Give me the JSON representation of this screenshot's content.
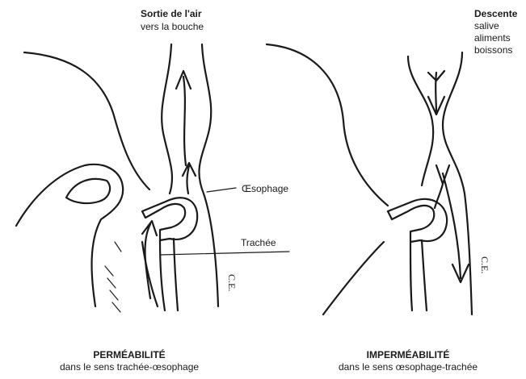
{
  "labels": {
    "left_top_title": "Sortie de l'air",
    "left_top_sub": "vers la bouche",
    "right_top_title": "Descente",
    "right_top_items": [
      "salive",
      "aliments",
      "boissons"
    ],
    "oesophagus": "Œsophage",
    "trachea": "Trachée"
  },
  "captions": {
    "left_title": "PERMÉABILITÉ",
    "left_sub": "dans le sens trachée-œsophage",
    "right_title": "IMPERMÉABILITÉ",
    "right_sub": "dans le sens œsophage-trachée"
  },
  "signature": "C.E.",
  "colors": {
    "ink": "#1a1a1a",
    "paper": "#ffffff"
  }
}
